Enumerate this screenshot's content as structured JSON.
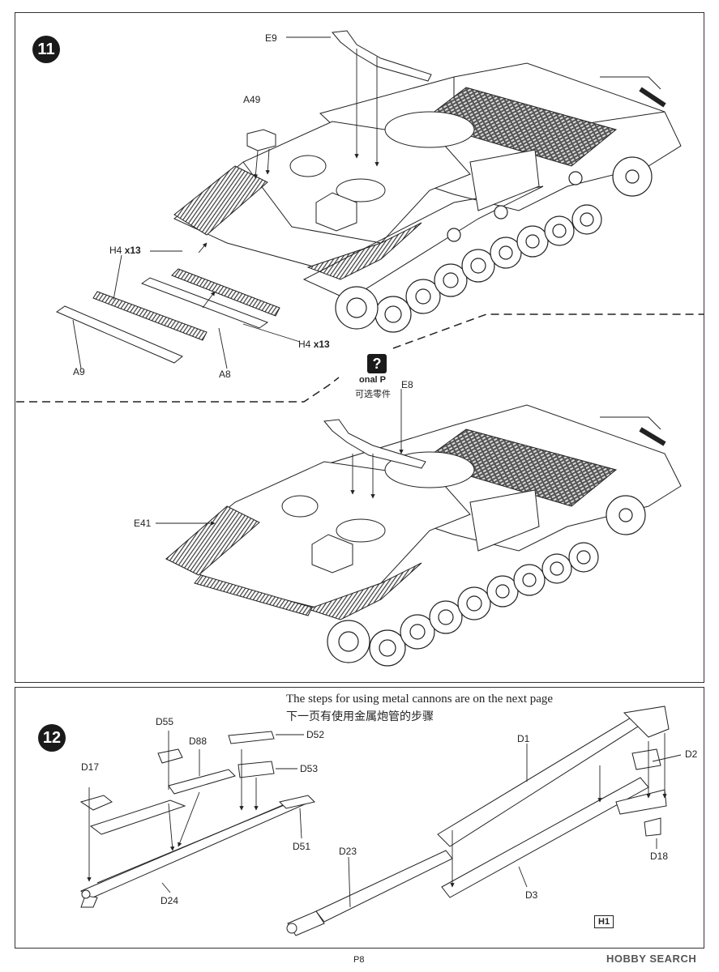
{
  "steps": [
    {
      "number": "11"
    },
    {
      "number": "12"
    }
  ],
  "step11": {
    "labels": {
      "e9": "E9",
      "a49": "A49",
      "h4_top_part": "H4",
      "h4_top_qty": "x13",
      "h4_bottom_part": "H4",
      "h4_bottom_qty": "x13",
      "a9": "A9",
      "a8": "A8",
      "e8": "E8",
      "e41": "E41"
    },
    "optional": {
      "icon": "?",
      "text_en": "onal P",
      "text_zh": "可选零件"
    }
  },
  "step12": {
    "note_en": "The steps for using metal cannons are on the next page",
    "note_zh": "下一页有使用金属炮管的步骤",
    "labels": {
      "d55": "D55",
      "d88": "D88",
      "d52": "D52",
      "d17": "D17",
      "d53": "D53",
      "d51": "D51",
      "d24": "D24",
      "d23": "D23",
      "d1": "D1",
      "d2": "D2",
      "d18": "D18",
      "d3": "D3"
    },
    "h1_tag": "H1"
  },
  "footer": {
    "page": "P8",
    "watermark": "HOBBY SEARCH"
  },
  "colors": {
    "line": "#222222",
    "hatch": "#3a3a3a",
    "badge": "#1a1a1a"
  }
}
